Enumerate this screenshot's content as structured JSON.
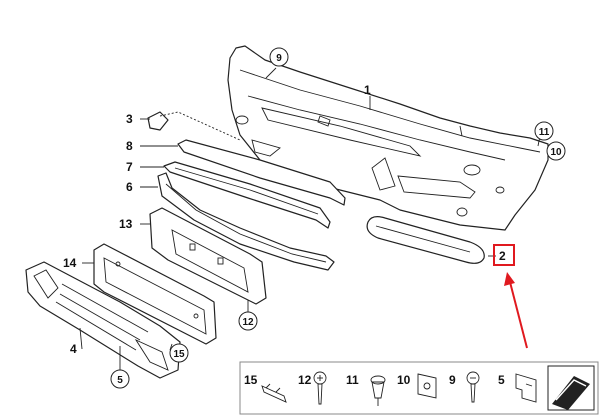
{
  "labels": {
    "bumper": "1",
    "right_trim": "2",
    "cap": "3",
    "carrier": "4",
    "carrier_ref": "5",
    "moulding_6": "6",
    "moulding_7": "7",
    "moulding_8": "8",
    "bumper_ref_9": "9",
    "bumper_ref_10": "10",
    "bumper_ref_11": "11",
    "plate_ref_12": "12",
    "plate_13": "13",
    "bracket_14": "14",
    "carrier_ref_15": "15"
  },
  "legend": [
    {
      "label": "15",
      "icon": "rail-clip-icon"
    },
    {
      "label": "12",
      "icon": "screw-icon"
    },
    {
      "label": "11",
      "icon": "expanding-rivet-icon"
    },
    {
      "label": "10",
      "icon": "spring-nut-icon"
    },
    {
      "label": "9",
      "icon": "round-head-screw-icon"
    },
    {
      "label": "5",
      "icon": "bracket-clip-icon"
    }
  ],
  "colors": {
    "line": "#222222",
    "highlight": "#e0191f",
    "background": "#ffffff"
  }
}
